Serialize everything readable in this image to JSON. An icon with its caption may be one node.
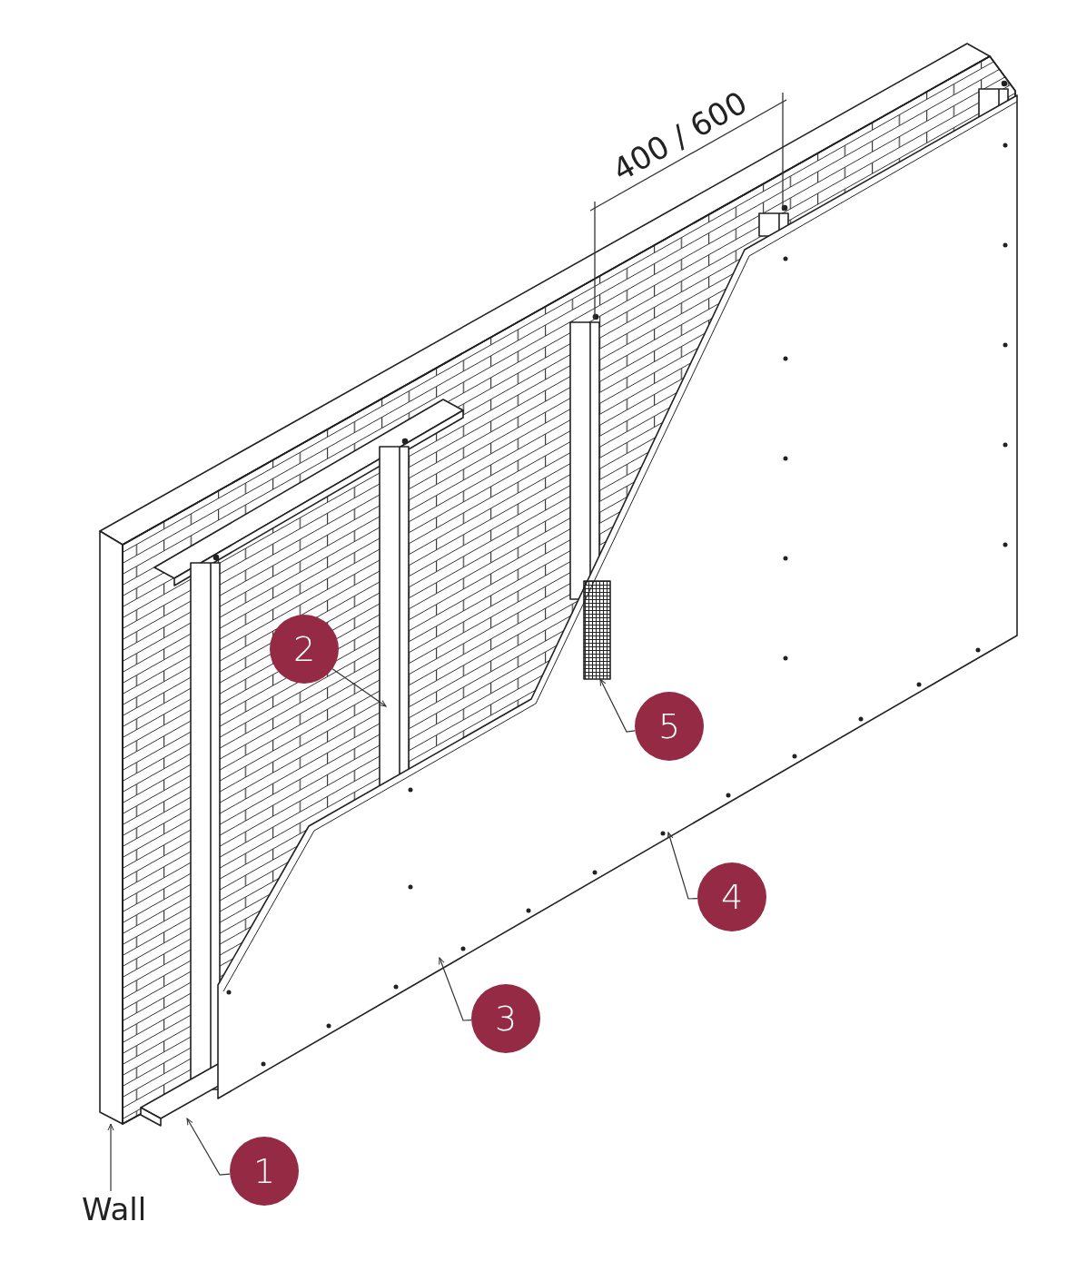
{
  "diagram": {
    "nodes": [
      {
        "text": [
          "2"
        ]
      },
      {
        "text": [
          "5"
        ]
      },
      {
        "text": [
          "4"
        ]
      },
      {
        "text": [
          "3"
        ]
      },
      {
        "text": [
          "1"
        ]
      },
      {
        "text": [
          "Wall"
        ]
      }
    ],
    "edges": [
      {
        "from": 0,
        "to": null,
        "arrow": "to"
      },
      {
        "from": 1,
        "to": null,
        "arrow": "to"
      },
      {
        "from": 2,
        "to": null,
        "arrow": "to"
      },
      {
        "from": 3,
        "to": null,
        "arrow": "to"
      },
      {
        "from": 4,
        "to": null,
        "arrow": "to"
      },
      {
        "from": 5,
        "to": null,
        "arrow": "to"
      }
    ],
    "labels": [
      "400 / 600"
    ]
  }
}
